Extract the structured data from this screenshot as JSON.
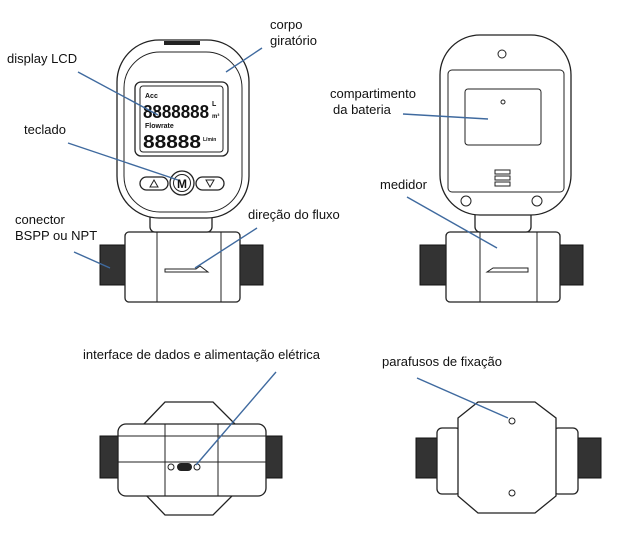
{
  "labels": {
    "display_lcd": "display LCD",
    "corpo_line1": "corpo",
    "corpo_line2": "giratório",
    "teclado": "teclado",
    "conector_line1": "conector",
    "conector_line2": "BSPP ou NPT",
    "direcao_fluxo": "direção do fluxo",
    "compartimento_line1": "compartimento",
    "compartimento_line2": "da bateria",
    "medidor": "medidor",
    "interface": "interface de dados e alimentação elétrica",
    "parafusos": "parafusos de fixação"
  },
  "lcd": {
    "acc": "Acc",
    "total_digits": "8888888",
    "unit_l": "L",
    "unit_m3": "m³",
    "flowrate": "Flowrate",
    "rate_digits": "88888",
    "rate_unit": "L/min"
  },
  "keypad": {
    "menu_key": "M"
  },
  "colors": {
    "leader_line": "#3f6a9f"
  }
}
